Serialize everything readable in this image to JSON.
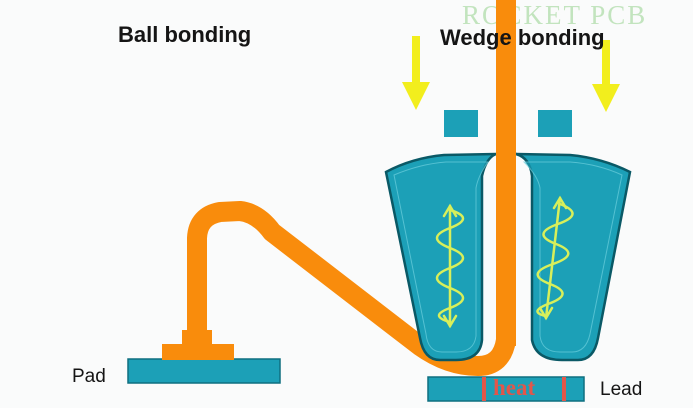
{
  "labels": {
    "ball_bonding": "Ball bonding",
    "wedge_bonding": "Wedge bonding",
    "pad": "Pad",
    "lead": "Lead",
    "heat": "heat"
  },
  "watermark": "ROCKET PCB",
  "colors": {
    "background": "#fafbfb",
    "wire": "#f98c0c",
    "teal": "#1ca0b7",
    "teal_dark": "#0e6f80",
    "force_arrow": "#f2ee1d",
    "vibration": "#d8ef5a",
    "heat_text": "#e2564a"
  },
  "icons": [
    "down-arrow-icon",
    "vibration-spiral-icon"
  ]
}
